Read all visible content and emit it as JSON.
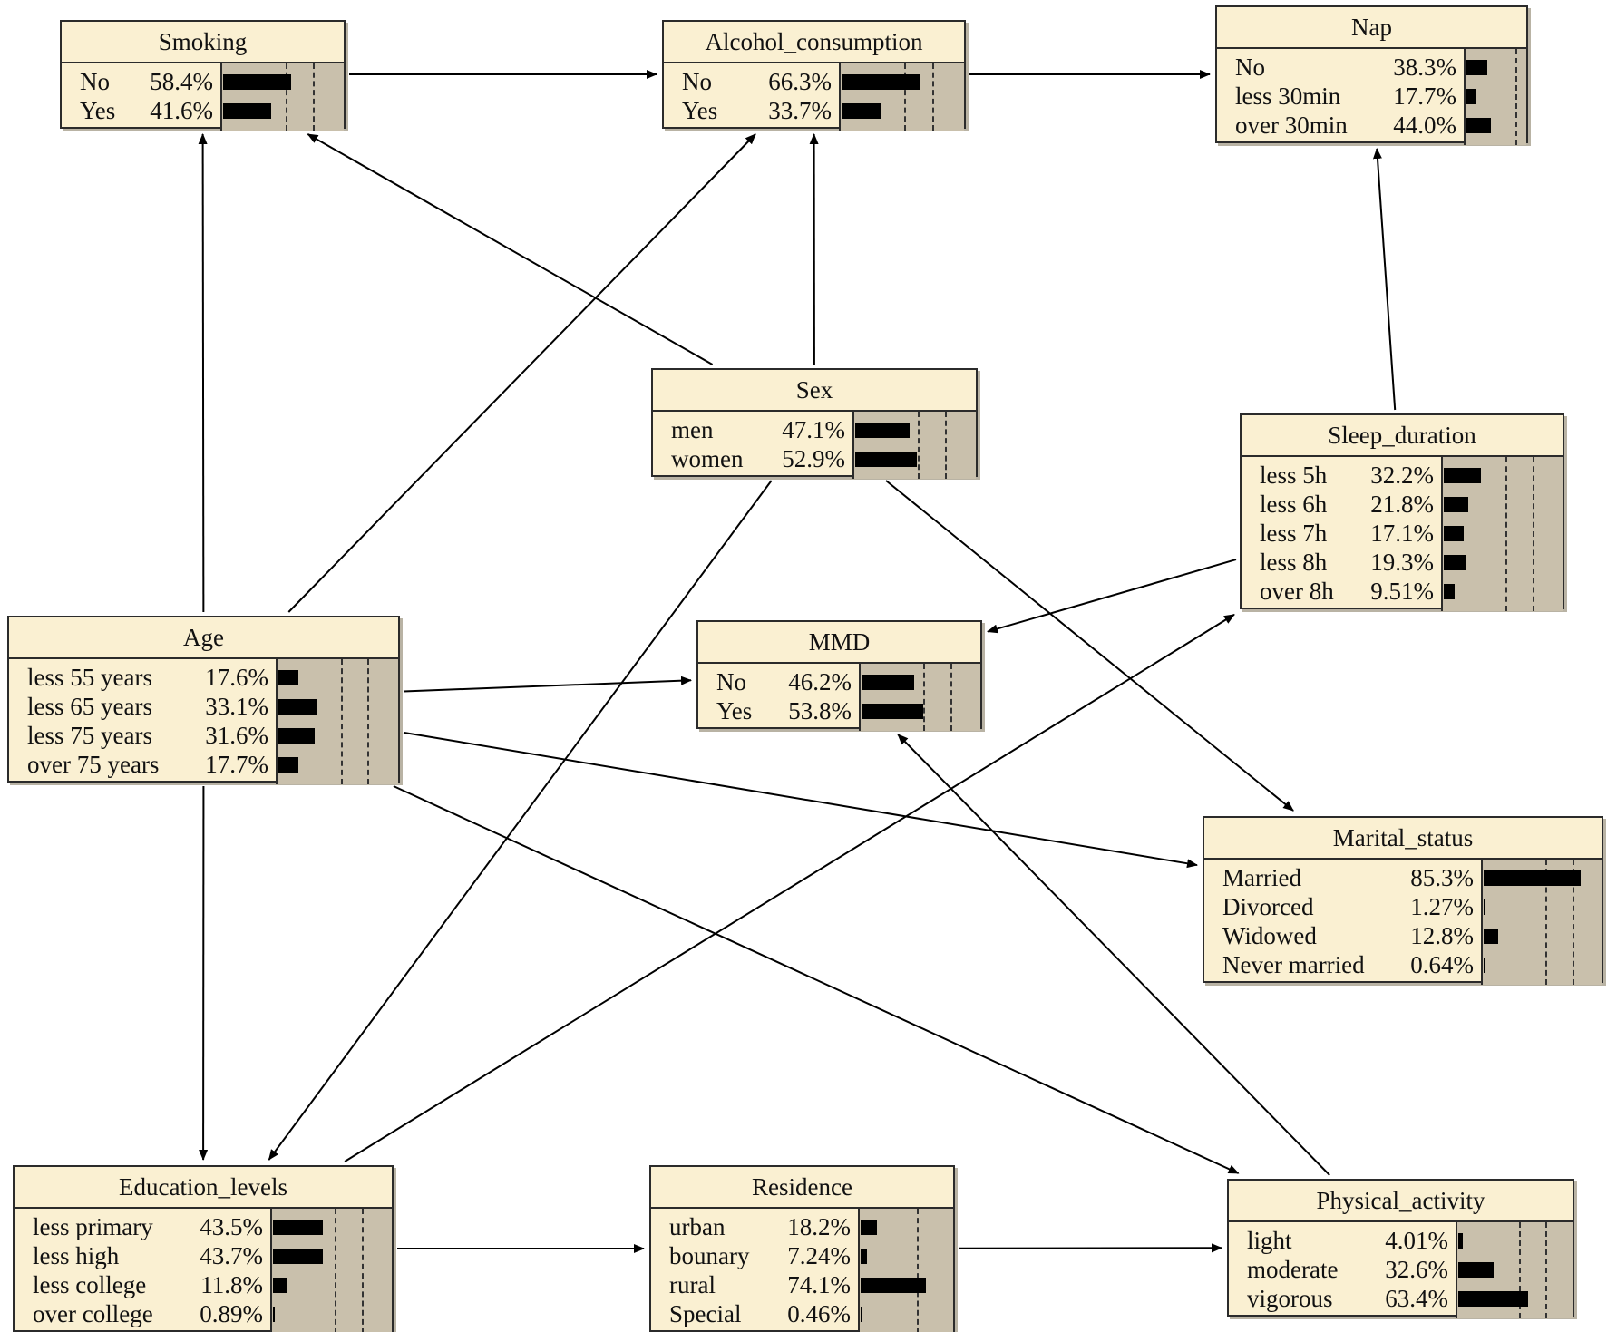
{
  "nodes": [
    {
      "id": "smoking",
      "title": "Smoking",
      "states": [
        {
          "label": "No",
          "pct": "58.4%",
          "value": 58.4
        },
        {
          "label": "Yes",
          "pct": "41.6%",
          "value": 41.6
        }
      ]
    },
    {
      "id": "alcohol",
      "title": "Alcohol_consumption",
      "states": [
        {
          "label": "No",
          "pct": "66.3%",
          "value": 66.3
        },
        {
          "label": "Yes",
          "pct": "33.7%",
          "value": 33.7
        }
      ]
    },
    {
      "id": "nap",
      "title": "Nap",
      "states": [
        {
          "label": "No",
          "pct": "38.3%",
          "value": 38.3
        },
        {
          "label": "less 30min",
          "pct": "17.7%",
          "value": 17.7
        },
        {
          "label": "over 30min",
          "pct": "44.0%",
          "value": 44.0
        }
      ]
    },
    {
      "id": "sex",
      "title": "Sex",
      "states": [
        {
          "label": "men",
          "pct": "47.1%",
          "value": 47.1
        },
        {
          "label": "women",
          "pct": "52.9%",
          "value": 52.9
        }
      ]
    },
    {
      "id": "sleep",
      "title": "Sleep_duration",
      "states": [
        {
          "label": "less 5h",
          "pct": "32.2%",
          "value": 32.2
        },
        {
          "label": "less 6h",
          "pct": "21.8%",
          "value": 21.8
        },
        {
          "label": "less 7h",
          "pct": "17.1%",
          "value": 17.1
        },
        {
          "label": "less 8h",
          "pct": "19.3%",
          "value": 19.3
        },
        {
          "label": "over 8h",
          "pct": "9.51%",
          "value": 9.51
        }
      ]
    },
    {
      "id": "age",
      "title": "Age",
      "states": [
        {
          "label": "less 55 years",
          "pct": "17.6%",
          "value": 17.6
        },
        {
          "label": "less 65 years",
          "pct": "33.1%",
          "value": 33.1
        },
        {
          "label": "less 75 years",
          "pct": "31.6%",
          "value": 31.6
        },
        {
          "label": "over 75 years",
          "pct": "17.7%",
          "value": 17.7
        }
      ]
    },
    {
      "id": "mmd",
      "title": "MMD",
      "states": [
        {
          "label": "No",
          "pct": "46.2%",
          "value": 46.2
        },
        {
          "label": "Yes",
          "pct": "53.8%",
          "value": 53.8
        }
      ]
    },
    {
      "id": "marital",
      "title": "Marital_status",
      "states": [
        {
          "label": "Married",
          "pct": "85.3%",
          "value": 85.3
        },
        {
          "label": "Divorced",
          "pct": "1.27%",
          "value": 1.27
        },
        {
          "label": "Widowed",
          "pct": "12.8%",
          "value": 12.8
        },
        {
          "label": "Never married",
          "pct": "0.64%",
          "value": 0.64
        }
      ]
    },
    {
      "id": "education",
      "title": "Education_levels",
      "states": [
        {
          "label": "less primary",
          "pct": "43.5%",
          "value": 43.5
        },
        {
          "label": "less high",
          "pct": "43.7%",
          "value": 43.7
        },
        {
          "label": "less college",
          "pct": "11.8%",
          "value": 11.8
        },
        {
          "label": "over college",
          "pct": "0.89%",
          "value": 0.89
        }
      ]
    },
    {
      "id": "residence",
      "title": "Residence",
      "states": [
        {
          "label": "urban",
          "pct": "18.2%",
          "value": 18.2
        },
        {
          "label": "bounary",
          "pct": "7.24%",
          "value": 7.24
        },
        {
          "label": "rural",
          "pct": "74.1%",
          "value": 74.1
        },
        {
          "label": "Special",
          "pct": "0.46%",
          "value": 0.46
        }
      ]
    },
    {
      "id": "physical",
      "title": "Physical_activity",
      "states": [
        {
          "label": "light",
          "pct": "4.01%",
          "value": 4.01
        },
        {
          "label": "moderate",
          "pct": "32.6%",
          "value": 32.6
        },
        {
          "label": "vigorous",
          "pct": "63.4%",
          "value": 63.4
        }
      ]
    }
  ],
  "edges": [
    {
      "from": "smoking",
      "to": "alcohol"
    },
    {
      "from": "alcohol",
      "to": "nap"
    },
    {
      "from": "sex",
      "to": "smoking"
    },
    {
      "from": "sex",
      "to": "alcohol"
    },
    {
      "from": "sex",
      "to": "education"
    },
    {
      "from": "sex",
      "to": "marital"
    },
    {
      "from": "age",
      "to": "smoking"
    },
    {
      "from": "age",
      "to": "alcohol"
    },
    {
      "from": "age",
      "to": "mmd"
    },
    {
      "from": "age",
      "to": "marital"
    },
    {
      "from": "age",
      "to": "education"
    },
    {
      "from": "age",
      "to": "physical"
    },
    {
      "from": "sleep",
      "to": "nap"
    },
    {
      "from": "sleep",
      "to": "mmd"
    },
    {
      "from": "education",
      "to": "sleep"
    },
    {
      "from": "education",
      "to": "residence"
    },
    {
      "from": "residence",
      "to": "physical"
    },
    {
      "from": "physical",
      "to": "mmd"
    }
  ]
}
